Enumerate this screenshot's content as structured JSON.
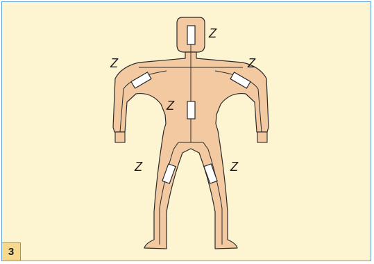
{
  "figure": {
    "number": "3",
    "colors": {
      "background": "#fdf4d2",
      "border": "#5b9fd6",
      "body_fill": "#f2c9a0",
      "outline": "#2a2a2a",
      "badge": "#f6d98f"
    }
  },
  "labels": {
    "head": "Z",
    "left_arm": "Z",
    "right_arm": "Z",
    "torso": "Z",
    "left_leg": "Z",
    "right_leg": "Z"
  }
}
